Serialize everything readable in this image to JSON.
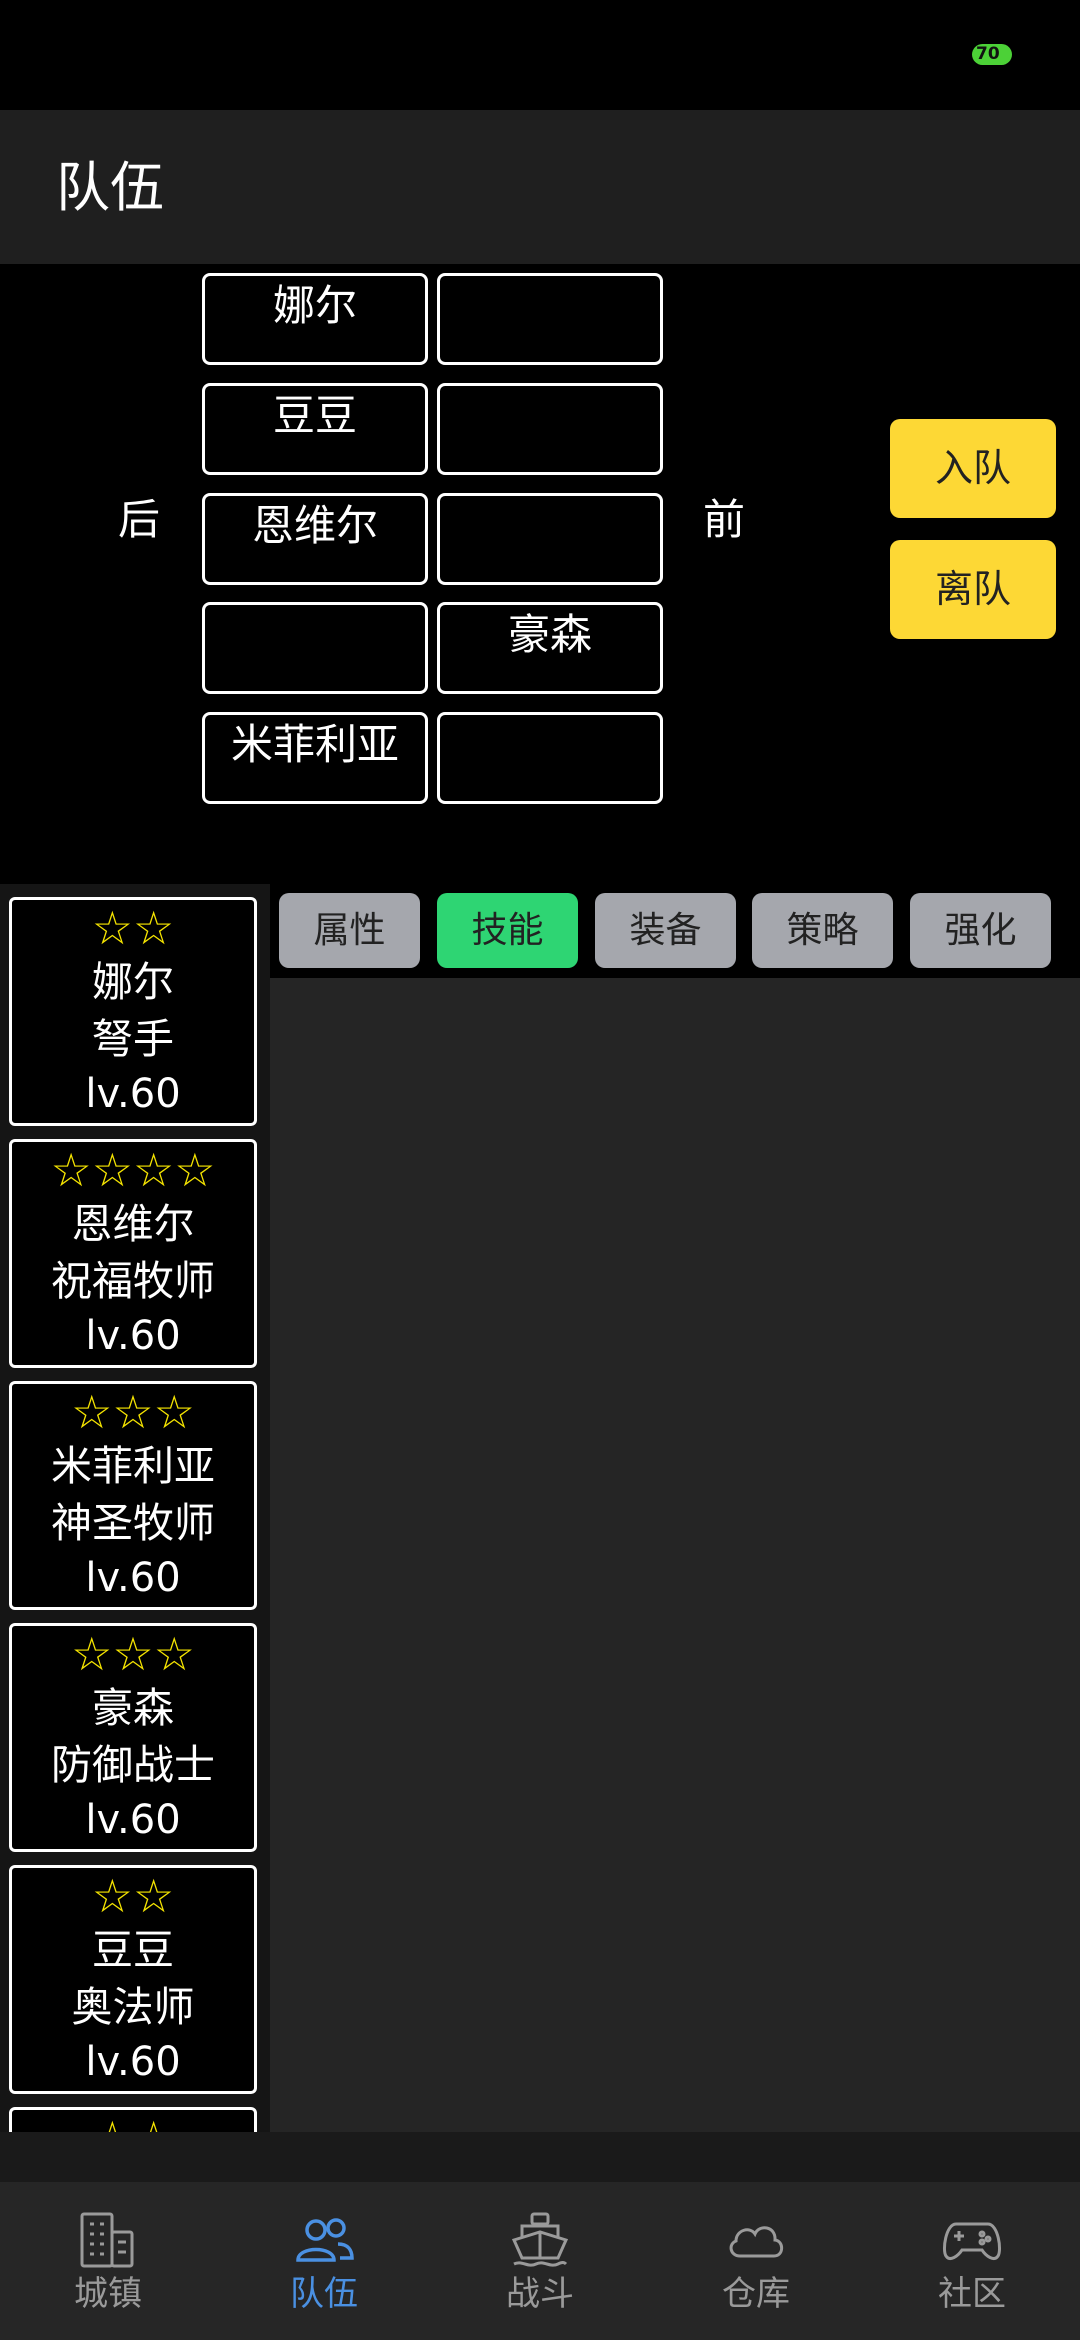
{
  "status_bar": {
    "battery": "70"
  },
  "header": {
    "title": "队伍"
  },
  "formation": {
    "back_label": "后",
    "front_label": "前",
    "slots": [
      [
        "娜尔",
        ""
      ],
      [
        "豆豆",
        ""
      ],
      [
        "恩维尔",
        ""
      ],
      [
        "",
        "豪森"
      ],
      [
        "米菲利亚",
        ""
      ]
    ]
  },
  "actions": {
    "join": "入队",
    "leave": "离队"
  },
  "roster": [
    {
      "stars": "☆☆",
      "name": "娜尔",
      "class": "弩手",
      "level": "lv.60"
    },
    {
      "stars": "☆☆☆☆",
      "name": "恩维尔",
      "class": "祝福牧师",
      "level": "lv.60"
    },
    {
      "stars": "☆☆☆",
      "name": "米菲利亚",
      "class": "神圣牧师",
      "level": "lv.60"
    },
    {
      "stars": "☆☆☆",
      "name": "豪森",
      "class": "防御战士",
      "level": "lv.60"
    },
    {
      "stars": "☆☆",
      "name": "豆豆",
      "class": "奥法师",
      "level": "lv.60"
    },
    {
      "stars": "☆☆",
      "name": "",
      "class": "",
      "level": ""
    }
  ],
  "tabs": [
    {
      "label": "属性",
      "active": false
    },
    {
      "label": "技能",
      "active": true
    },
    {
      "label": "装备",
      "active": false
    },
    {
      "label": "策略",
      "active": false
    },
    {
      "label": "强化",
      "active": false
    }
  ],
  "colors": {
    "accent_yellow": "#fdd835",
    "active_tab": "#2ed573",
    "nav_active": "#4a90e2",
    "star": "#f5e400"
  },
  "bottom_nav": [
    {
      "label": "城镇",
      "icon": "building-icon",
      "active": false
    },
    {
      "label": "队伍",
      "icon": "team-icon",
      "active": true
    },
    {
      "label": "战斗",
      "icon": "ship-icon",
      "active": false
    },
    {
      "label": "仓库",
      "icon": "cloud-icon",
      "active": false
    },
    {
      "label": "社区",
      "icon": "gamepad-icon",
      "active": false
    }
  ]
}
